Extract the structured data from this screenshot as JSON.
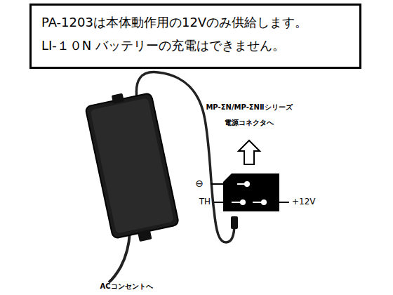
{
  "diagram": {
    "nodes": [
      {
        "text": [
          "PA-1203は本体動作用の12Vのみ供給します。",
          "LI-１０N バッテリーの充電はできません。"
        ]
      }
    ],
    "labels": [
      "MP-ΣN/MP-ΣNⅡシリーズ",
      "電源コネクタへ",
      "⊖",
      "TH",
      "+12V",
      "ACコンセントへ"
    ]
  }
}
